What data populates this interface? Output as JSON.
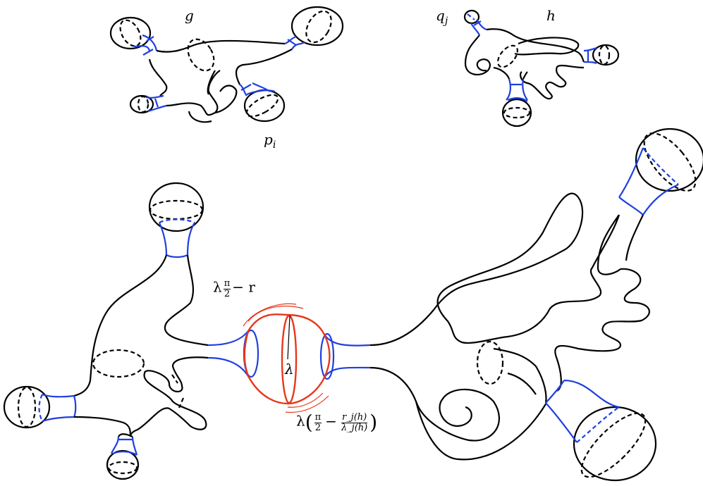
{
  "labels": {
    "g": "g",
    "h": "h",
    "q_j": "q",
    "q_j_sub": "j",
    "p_i": "p",
    "p_i_sub": "i",
    "lambda": "λ"
  },
  "formulas": {
    "top_left": {
      "prefix": "λ",
      "num": "π",
      "den": "2",
      "suffix": "− r"
    },
    "bottom": {
      "prefix": "λ",
      "open": "(",
      "num1": "π",
      "den1": "2",
      "minus": "−",
      "num2": "r_j(h)",
      "den2": "λ_j(h)",
      "close": ")"
    }
  },
  "colors": {
    "outline": "#000000",
    "neck": "#1f3fe0",
    "sphere": "#e8371a"
  }
}
